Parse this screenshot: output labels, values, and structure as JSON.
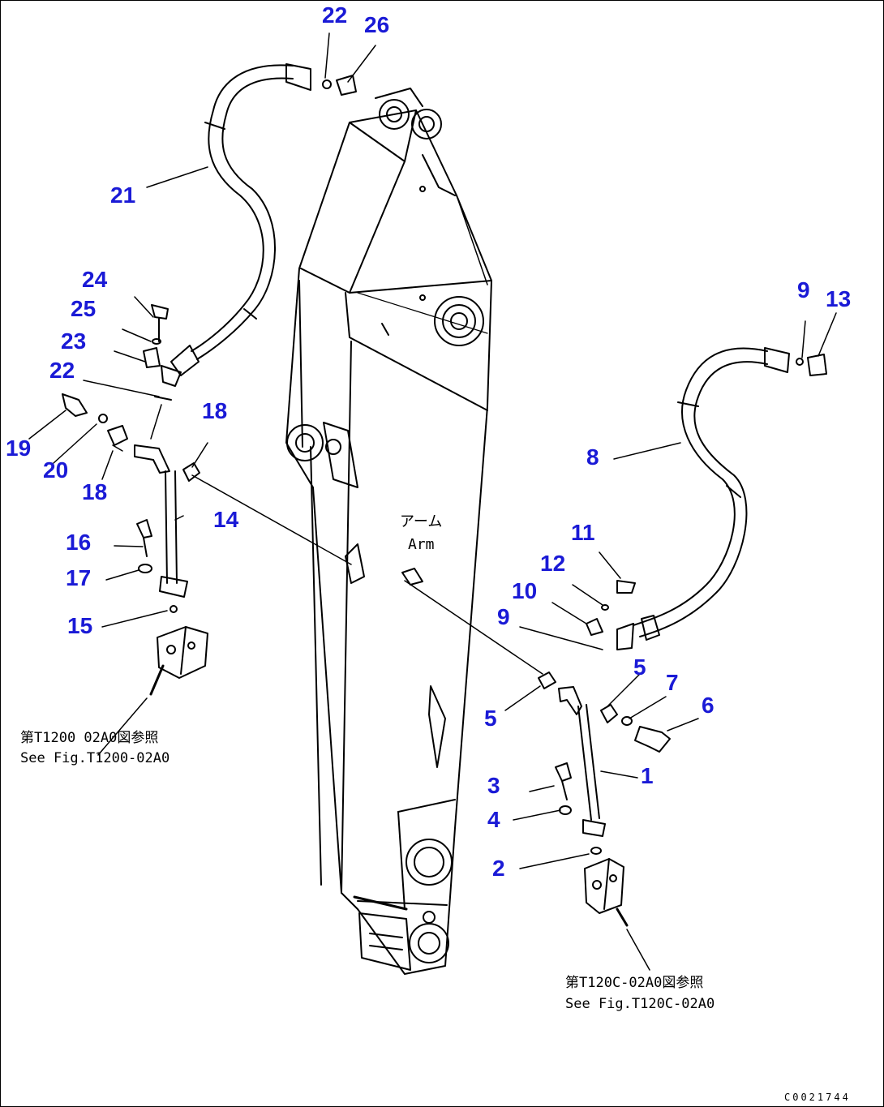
{
  "colors": {
    "callout": "#1a1ad6",
    "line": "#000000"
  },
  "arm_label": {
    "jp": "アーム",
    "en": "Arm"
  },
  "callouts": {
    "c22a": "22",
    "c26": "26",
    "c21": "21",
    "c24": "24",
    "c25": "25",
    "c23": "23",
    "c22b": "22",
    "c19": "19",
    "c20": "20",
    "c18a": "18",
    "c18b": "18",
    "c14": "14",
    "c16": "16",
    "c17": "17",
    "c15": "15",
    "c9a": "9",
    "c13": "13",
    "c8": "8",
    "c11": "11",
    "c12": "12",
    "c10": "10",
    "c9b": "9",
    "c5a": "5",
    "c7": "7",
    "c6": "6",
    "c5b": "5",
    "c1": "1",
    "c3": "3",
    "c4": "4",
    "c2": "2"
  },
  "refs": {
    "left_jp": "第T1200 02A0図参照",
    "left_en": "See Fig.T1200-02A0",
    "right_jp": "第T120C-02A0図参照",
    "right_en": "See Fig.T120C-02A0"
  },
  "drawing_code": "C0021744"
}
